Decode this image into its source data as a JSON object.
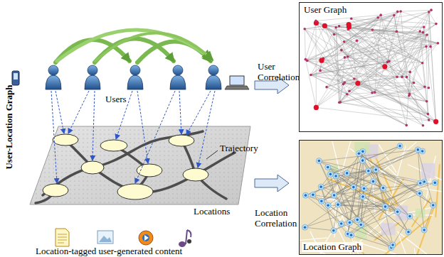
{
  "diagram": {
    "nodes": [
      {
        "text": [
          "User Graph"
        ]
      },
      {
        "text": [
          "Location Graph"
        ]
      }
    ],
    "labels": [
      "User-Location Graph",
      "Users",
      "Trajectory",
      "Locations",
      "Location-tagged user-generated content",
      "User Correlation",
      "Location Correlation"
    ]
  }
}
